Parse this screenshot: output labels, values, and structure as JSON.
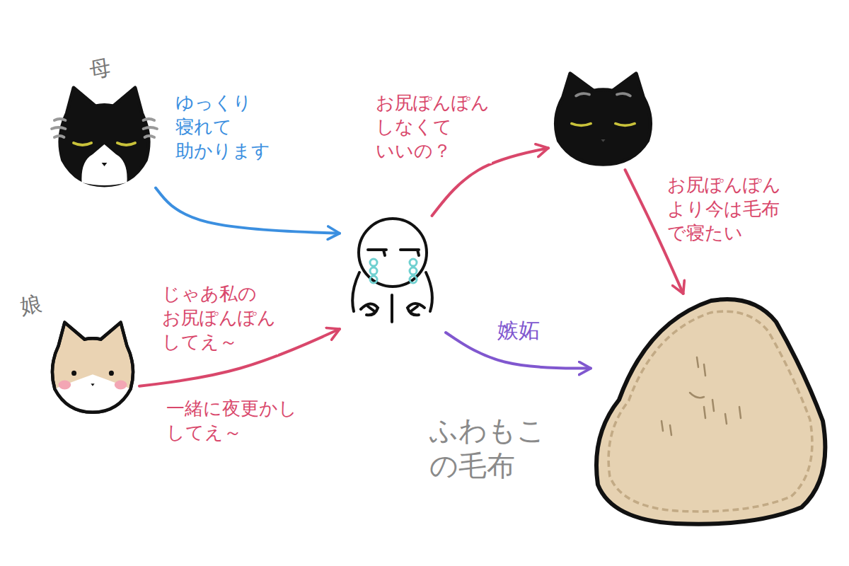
{
  "diagram": {
    "nodes": [
      {
        "text": [
          "母"
        ]
      },
      {
        "text": [
          "娘"
        ]
      },
      {
        "text": []
      },
      {
        "text": []
      },
      {
        "text": [
          "ふわもこの毛布"
        ]
      }
    ],
    "edges": [
      {
        "from": 0,
        "to": 2,
        "arrow": "to",
        "label": "ゆっくり 寝れて 助かります"
      },
      {
        "from": 1,
        "to": 2,
        "arrow": "to",
        "label": "じゃあ私の お尻ぽんぽん してえ～"
      },
      {
        "from": 2,
        "to": 3,
        "arrow": "to",
        "label": "お尻ぽんぽん しなくて いいの？"
      },
      {
        "from": 3,
        "to": 4,
        "arrow": "to",
        "label": "お尻ぽんぽん より今は毛布 で寝たい"
      },
      {
        "from": 2,
        "to": 4,
        "arrow": "to",
        "label": "嫉妬"
      }
    ],
    "labels": [
      "一緒に夜更かし してえ～"
    ]
  }
}
